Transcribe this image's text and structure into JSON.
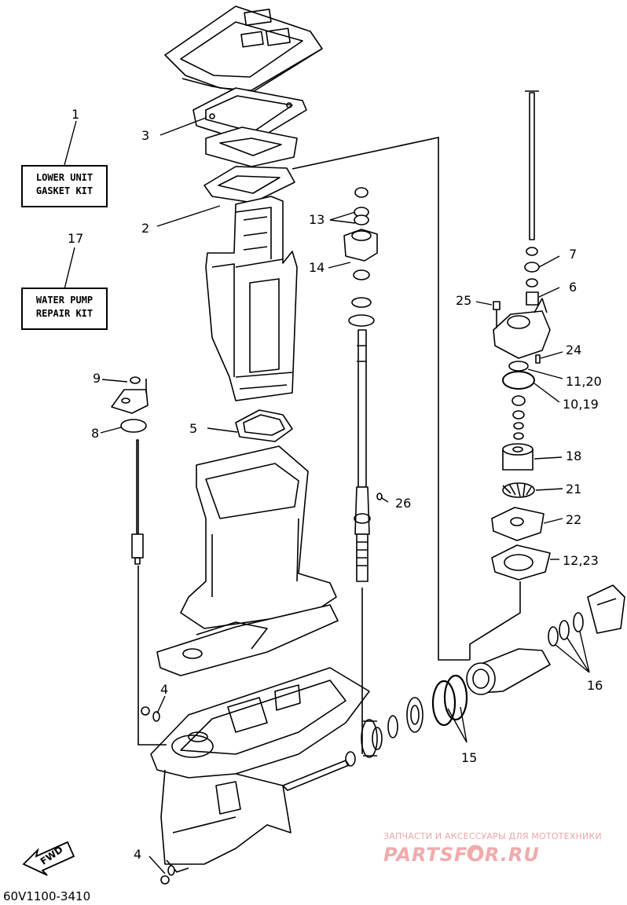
{
  "kits": [
    {
      "number": "1",
      "line1": "LOWER UNIT",
      "line2": "GASKET KIT"
    },
    {
      "number": "17",
      "line1": "WATER PUMP",
      "line2": "REPAIR KIT"
    }
  ],
  "callouts": {
    "c2": "2",
    "c3": "3",
    "c4a": "4",
    "c4b": "4",
    "c5": "5",
    "c6": "6",
    "c7": "7",
    "c8": "8",
    "c9": "9",
    "c10": "10,19",
    "c11": "11,20",
    "c12": "12,23",
    "c13": "13",
    "c14": "14",
    "c15": "15",
    "c16": "16",
    "c18": "18",
    "c21": "21",
    "c22": "22",
    "c24": "24",
    "c25": "25",
    "c26": "26"
  },
  "fwd_label": "FWD",
  "diagram_code": "60V1100-3410",
  "watermark": {
    "top": "ЗАПЧАСТИ И АКСЕССУАРЫ ДЛЯ МОТОТЕХНИКИ",
    "main": "PARTSFOR.RU"
  }
}
